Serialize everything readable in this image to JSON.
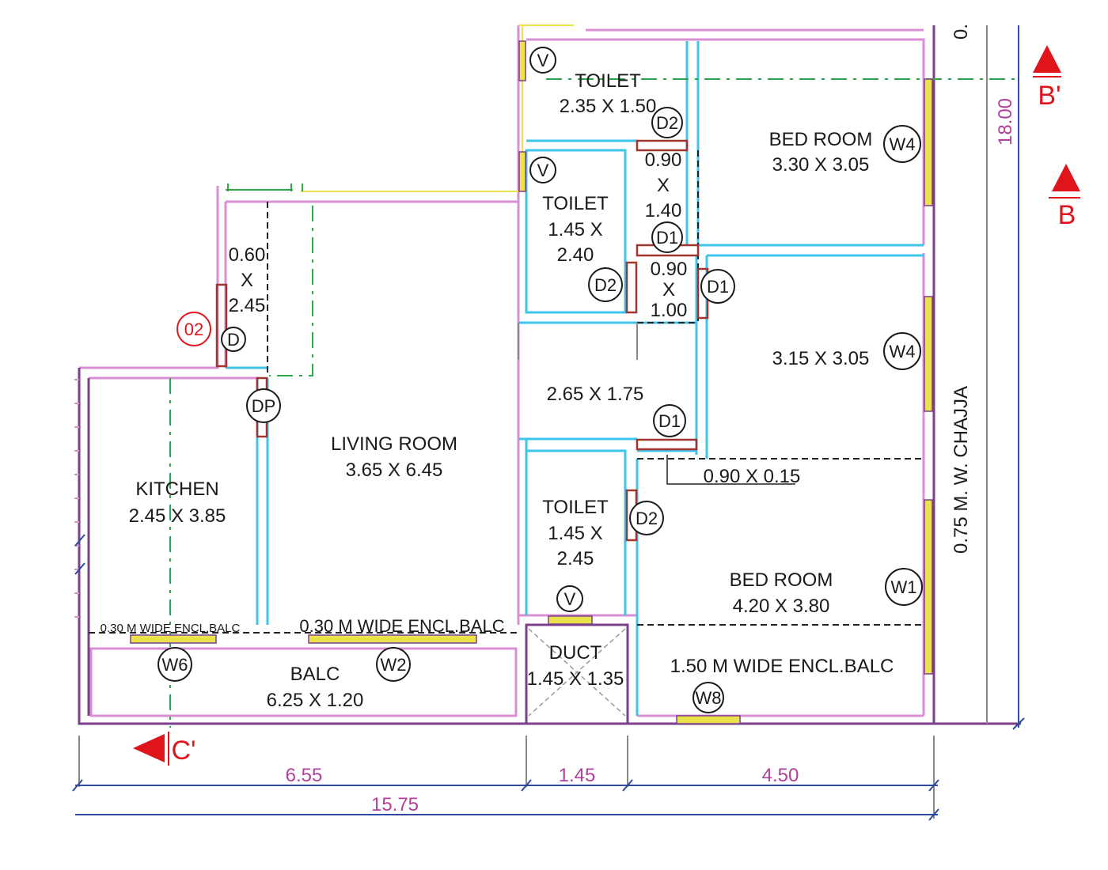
{
  "rooms": {
    "toilet_top": {
      "name": "TOILET",
      "size": "2.35 X 1.50"
    },
    "bedroom_top": {
      "name": "BED ROOM",
      "size": "3.30 X 3.05"
    },
    "toilet_mid": {
      "name": "TOILET",
      "l1": "1.45 X",
      "l2": "2.40"
    },
    "passage_top": {
      "l1": "0.90",
      "l2": "X",
      "l3": "1.40"
    },
    "passage_mid": {
      "l1": "0.90",
      "l2": "X",
      "l3": "1.00"
    },
    "bedroom_mid": {
      "size": "3.15 X 3.05"
    },
    "lobby": {
      "size": "2.65 X 1.75"
    },
    "niche": {
      "l1": "0.60",
      "l2": "X",
      "l3": "2.45"
    },
    "living": {
      "name": "LIVING ROOM",
      "size": "3.65  X 6.45"
    },
    "kitchen": {
      "name": "KITCHEN",
      "size": "2.45  X 3.85"
    },
    "toilet_low": {
      "name": "TOILET",
      "l1": "1.45 X",
      "l2": "2.45"
    },
    "bedroom_low": {
      "name": "BED ROOM",
      "size": "4.20  X 3.80"
    },
    "ledge": {
      "size": "0.90 X 0.15"
    },
    "duct": {
      "name": "DUCT",
      "size": "1.45 X 1.35"
    },
    "balc": {
      "name": "BALC",
      "size": "6.25 X 1.20"
    },
    "encl_balc_big": {
      "label": "1.50 M WIDE ENCL.BALC"
    },
    "encl_balc_small1": {
      "label": "0.30 M WIDE ENCL.BALC"
    },
    "encl_balc_small2": {
      "label": "0.30 M WIDE ENCL.BALC"
    },
    "chajja": {
      "label": "0.75 M. W. CHAJJA"
    }
  },
  "tags": {
    "v": "V",
    "d1": "D1",
    "d2": "D2",
    "d": "D",
    "dp": "DP",
    "w1": "W1",
    "w2": "W2",
    "w4": "W4",
    "w6": "W6",
    "w8": "W8",
    "o2": "02"
  },
  "dimensions": {
    "d655": "6.55",
    "d145": "1.45",
    "d450": "4.50",
    "d1575": "15.75",
    "d1800": "18.00",
    "cut_top": "0."
  },
  "section_marks": {
    "b_prime": "B'",
    "b": "B",
    "c_prime": "C'"
  },
  "colors": {
    "wall_pink": "#d98fd4",
    "wall_cyan": "#3fc3e8",
    "outline_purple": "#7b3f8c",
    "door_red": "#a0342f",
    "window_yellow": "#e9e24a",
    "dim_blue": "#2f4aa0",
    "dim_text": "#b0409a",
    "axis_green": "#2aa84a",
    "marker_red": "#e0141b"
  }
}
